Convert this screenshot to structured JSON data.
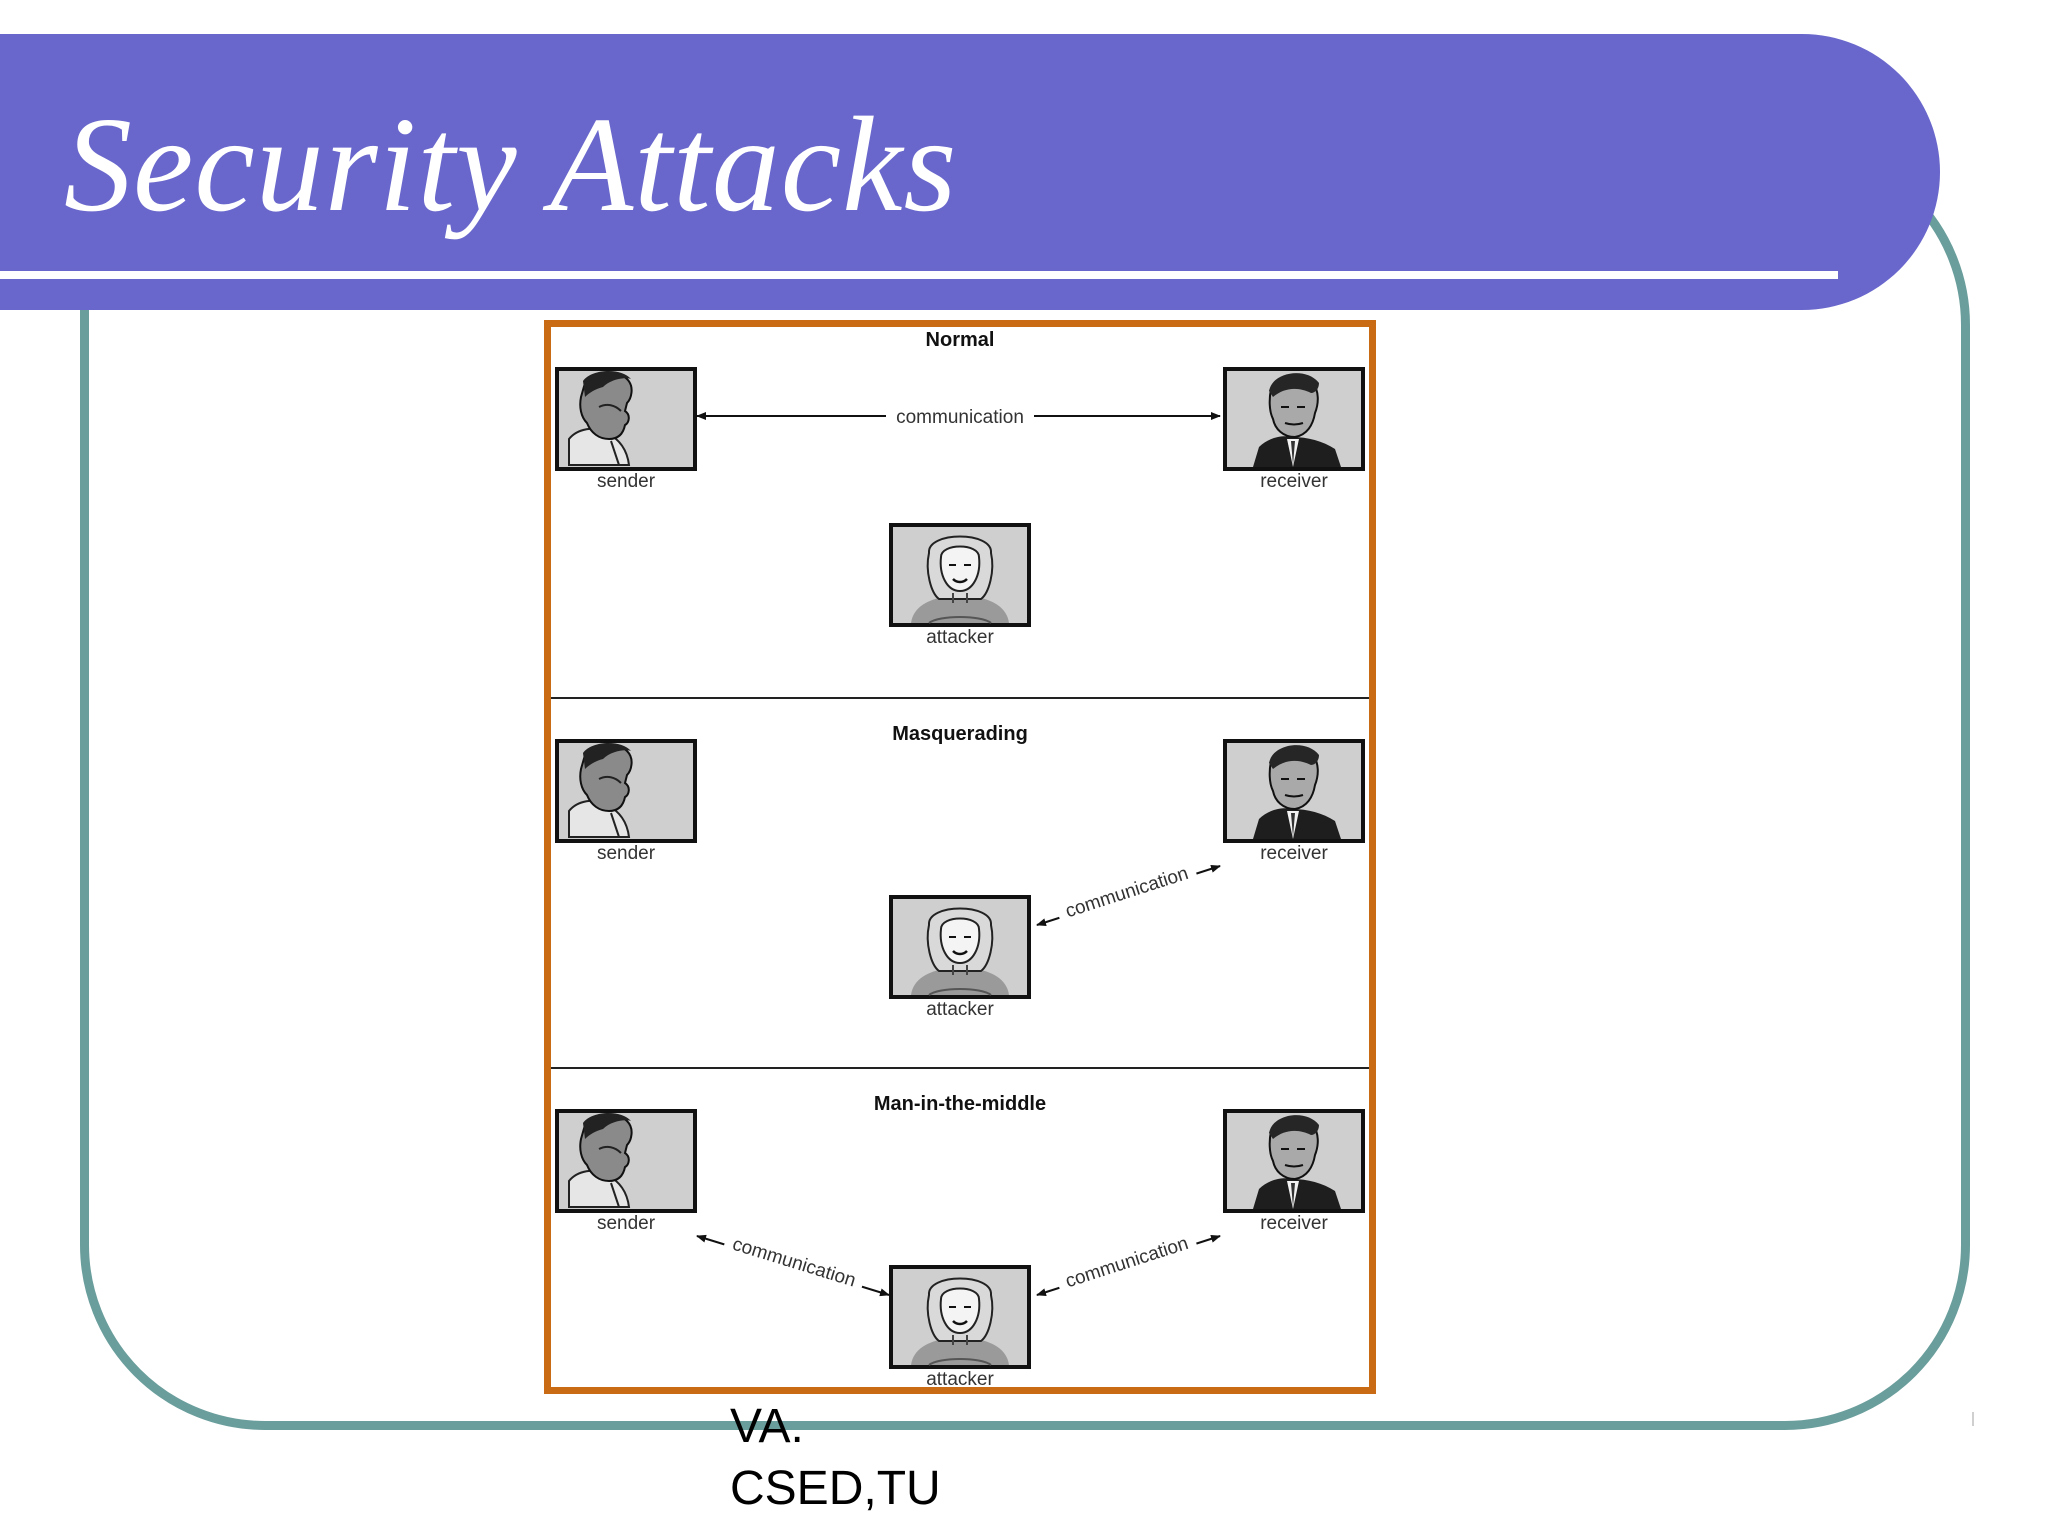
{
  "slide": {
    "title": "Security Attacks",
    "footer_line1": "VA.",
    "footer_line2": "CSED,TU"
  },
  "diagram": {
    "panels": [
      {
        "title": "Normal",
        "sender_label": "sender",
        "receiver_label": "receiver",
        "attacker_label": "attacker",
        "links": [
          {
            "label": "communication",
            "from": "sender",
            "to": "receiver"
          }
        ]
      },
      {
        "title": "Masquerading",
        "sender_label": "sender",
        "receiver_label": "receiver",
        "attacker_label": "attacker",
        "links": [
          {
            "label": "communication",
            "from": "attacker",
            "to": "receiver"
          }
        ]
      },
      {
        "title": "Man-in-the-middle",
        "sender_label": "sender",
        "receiver_label": "receiver",
        "attacker_label": "attacker",
        "links": [
          {
            "label": "communication",
            "from": "sender",
            "to": "attacker"
          },
          {
            "label": "communication",
            "from": "attacker",
            "to": "receiver"
          }
        ]
      }
    ]
  },
  "colors": {
    "title_bar": "#6967cc",
    "frame_border": "#6a9e9c",
    "figure_border": "#c96a14"
  },
  "icons": [
    "male-sender-portrait-icon",
    "male-receiver-portrait-icon",
    "female-attacker-portrait-icon"
  ]
}
